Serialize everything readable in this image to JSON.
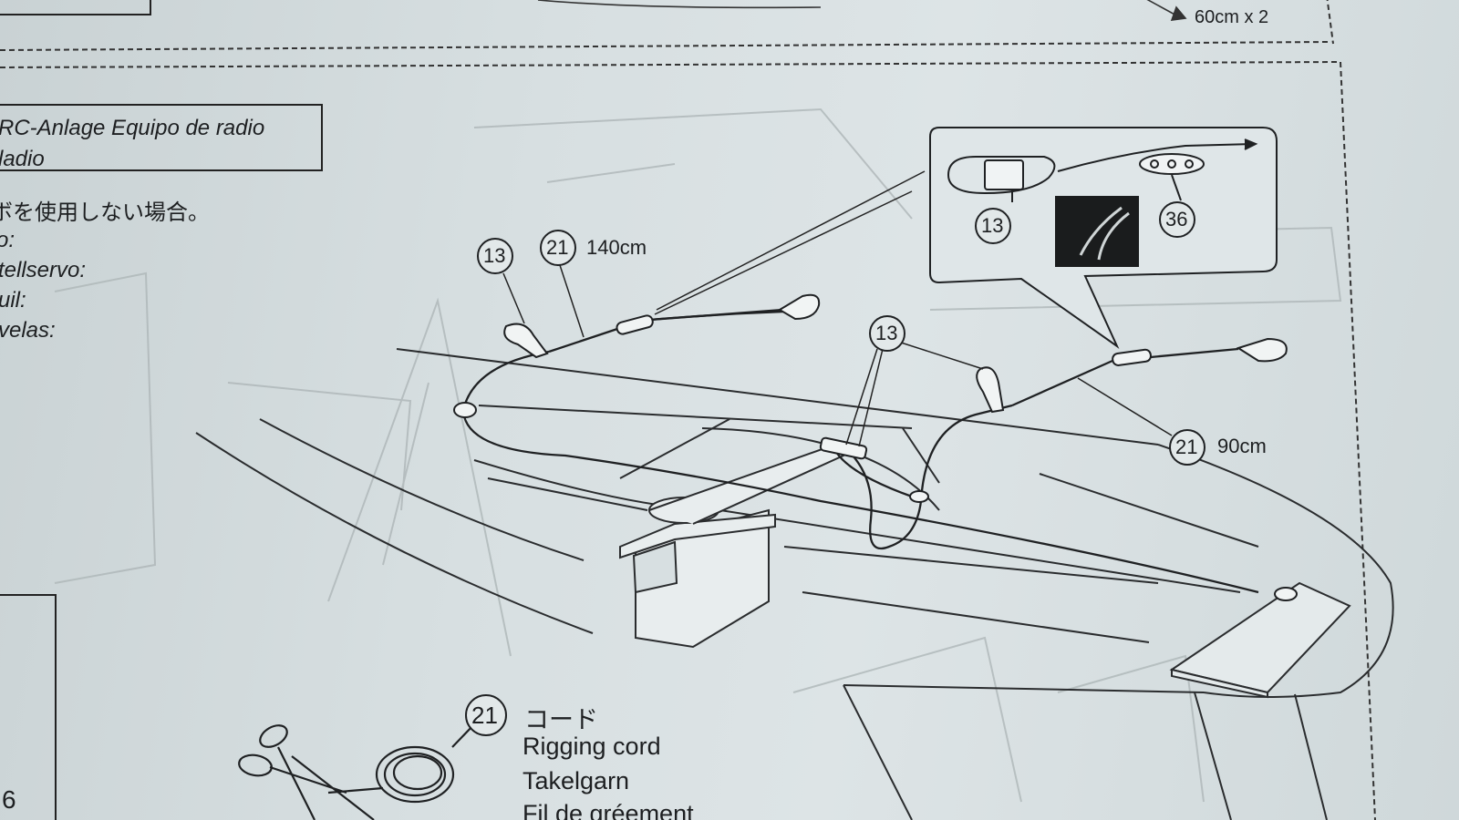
{
  "header": {
    "line1": "RC-Anlage   Equipo de radio",
    "line2": "ladio"
  },
  "intro_japanese": "ボを使用しない場合。",
  "servo_list": [
    "o:",
    "tellservo:",
    "uil:",
    "velas:"
  ],
  "top_note": "60cm x 2",
  "callouts": {
    "clip_top_left": "13",
    "cord_top_left": "21",
    "cord_top_length": "140cm",
    "clip_center": "13",
    "cord_right": "21",
    "cord_right_length": "90cm",
    "inset_clip": "13",
    "inset_part": "36"
  },
  "legend": {
    "part_number": "21",
    "japanese": "コード",
    "english": "Rigging cord",
    "german": "Takelgarn",
    "french": "Fil de gréement"
  },
  "page_number": "6"
}
